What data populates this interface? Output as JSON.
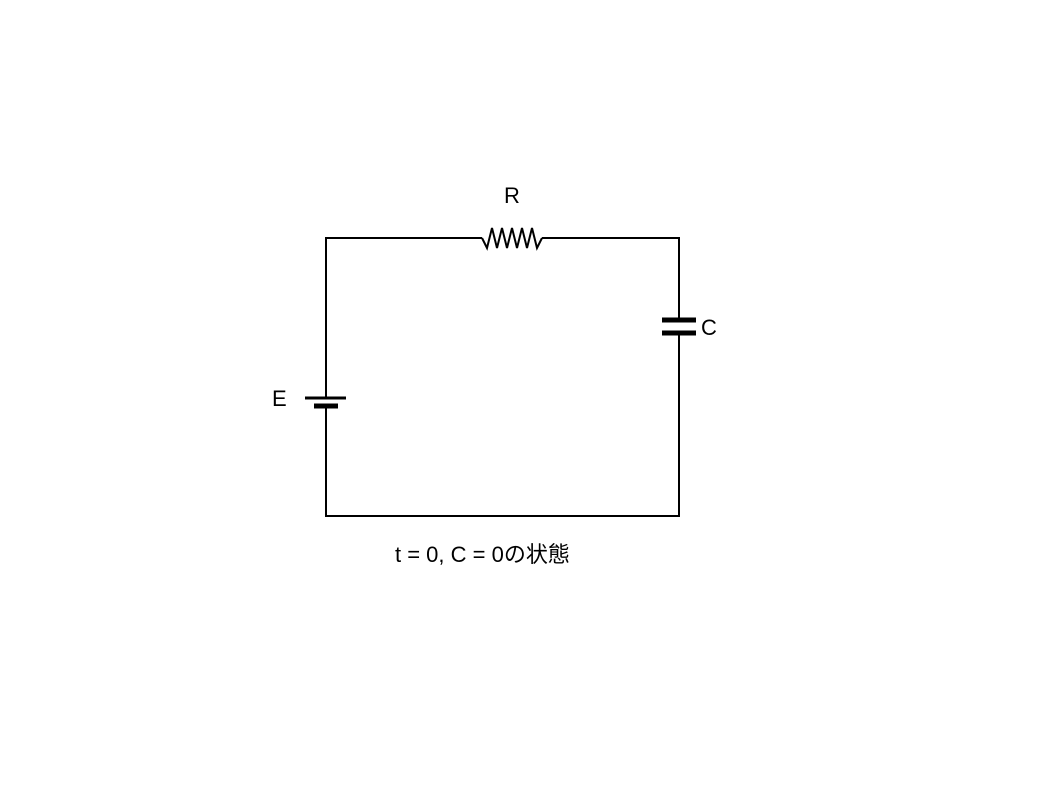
{
  "diagram": {
    "components": {
      "resistor": {
        "label": "R"
      },
      "capacitor": {
        "label": "C"
      },
      "battery": {
        "label": "E"
      }
    },
    "caption": "t = 0, C = 0の状態"
  }
}
